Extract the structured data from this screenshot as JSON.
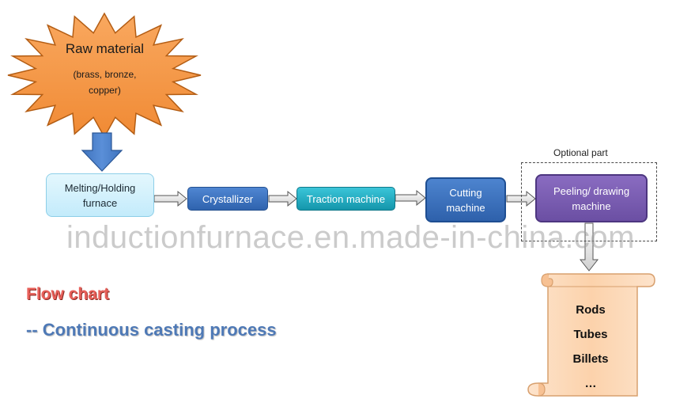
{
  "raw_material": {
    "title": "Raw material",
    "detail_line1": "(brass, bronze,",
    "detail_line2": "copper)"
  },
  "steps": [
    {
      "line1": "Melting/Holding",
      "line2": "furnace"
    },
    {
      "line1": "Crystallizer"
    },
    {
      "line1": "Traction machine"
    },
    {
      "line1": "Cutting",
      "line2": "machine"
    },
    {
      "line1": "Peeling/ drawing",
      "line2": "machine"
    }
  ],
  "optional_label": "Optional part",
  "watermark": "inductionfurnace.en.made-in-china.com",
  "products": [
    "Rods",
    "Tubes",
    "Billets",
    "…"
  ],
  "caption": {
    "title": "Flow chart",
    "subtitle": "-- Continuous casting process"
  },
  "colors": {
    "burst": "#f79646",
    "melting": "#c3ebfb",
    "crystallizer": "#2f63ae",
    "traction": "#1496ab",
    "cutting": "#2e61ab",
    "peeling": "#6b4fa3",
    "scroll": "#fcd5b5",
    "flow_title": "#e8605a",
    "flow_subtitle": "#4e79b6"
  }
}
